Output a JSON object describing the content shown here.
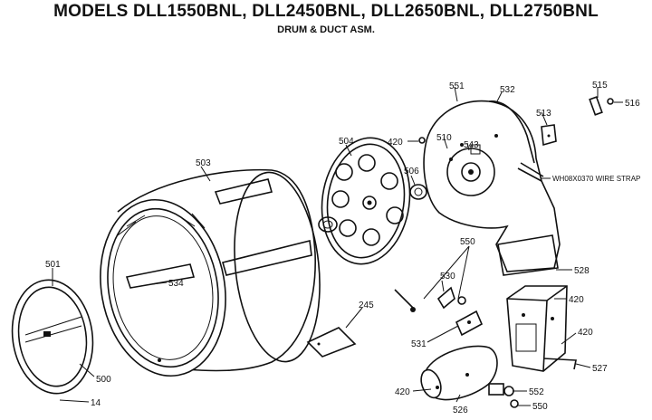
{
  "header": {
    "title": "MODELS DLL1550BNL, DLL2450BNL, DLL2650BNL, DLL2750BNL",
    "subtitle": "DRUM & DUCT ASM."
  },
  "parts": {
    "p501": "501",
    "p500": "500",
    "p14": "14",
    "p503": "503",
    "p534": "534",
    "p504": "504",
    "p506": "506",
    "p420_top": "420",
    "p510": "510",
    "p543": "543",
    "p551": "551",
    "p532": "532",
    "p513": "513",
    "p515": "515",
    "p516": "516",
    "wire_strap": "WH08X0370 WIRE STRAP",
    "p528": "528",
    "p550_top": "550",
    "p530": "530",
    "p245": "245",
    "p531": "531",
    "p420_box": "420",
    "p420_right": "420",
    "p527": "527",
    "p420_motor": "420",
    "p526": "526",
    "p552": "552",
    "p550_bottom": "550"
  }
}
